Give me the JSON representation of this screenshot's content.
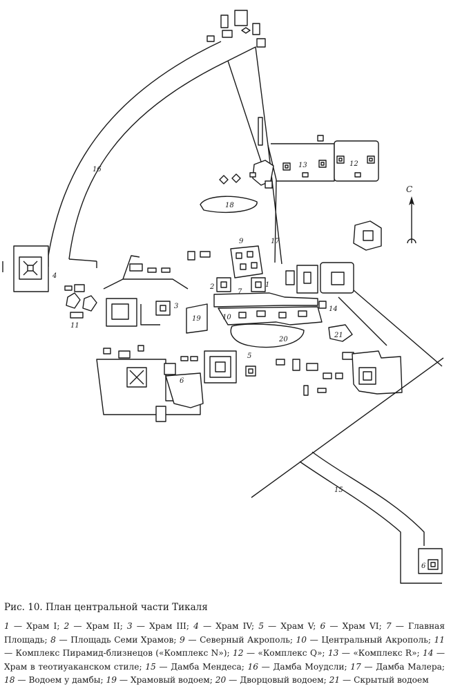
{
  "map_labels": {
    "north": "С",
    "l1": "1",
    "l2": "2",
    "l3": "3",
    "l4": "4",
    "l5": "5",
    "l6": "6",
    "l6b": "6",
    "l7": "7",
    "l9": "9",
    "l10": "10",
    "l11": "11",
    "l12": "12",
    "l13": "13",
    "l14": "14",
    "l15": "15",
    "l16": "16",
    "l17": "17",
    "l18": "18",
    "l19": "19",
    "l20": "20",
    "l21": "21"
  },
  "caption": {
    "title": "Рис. 10. План центральной части Тикаля",
    "legend": [
      {
        "num": "1",
        "text": "Храм I"
      },
      {
        "num": "2",
        "text": "Храм II"
      },
      {
        "num": "3",
        "text": "Храм III"
      },
      {
        "num": "4",
        "text": "Храм IV"
      },
      {
        "num": "5",
        "text": "Храм V"
      },
      {
        "num": "6",
        "text": "Храм VI"
      },
      {
        "num": "7",
        "text": "Главная Площадь"
      },
      {
        "num": "8",
        "text": "Площадь Семи Храмов"
      },
      {
        "num": "9",
        "text": "Северный Акрополь"
      },
      {
        "num": "10",
        "text": "Центральный Акрополь"
      },
      {
        "num": "11",
        "text": "Комплекс Пирамид-близнецов («Комплекс N»)"
      },
      {
        "num": "12",
        "text": "«Комплекс Q»"
      },
      {
        "num": "13",
        "text": "«Комплекс R»"
      },
      {
        "num": "14",
        "text": "Храм в теотиуаканском стиле"
      },
      {
        "num": "15",
        "text": "Дамба Мендеса"
      },
      {
        "num": "16",
        "text": "Дамба Моудсли"
      },
      {
        "num": "17",
        "text": "Дамба Малера"
      },
      {
        "num": "18",
        "text": "Водоем у дамбы"
      },
      {
        "num": "19",
        "text": "Храмовый водоем"
      },
      {
        "num": "20",
        "text": "Дворцовый водоем"
      },
      {
        "num": "21",
        "text": "Скрытый водоем"
      }
    ]
  }
}
